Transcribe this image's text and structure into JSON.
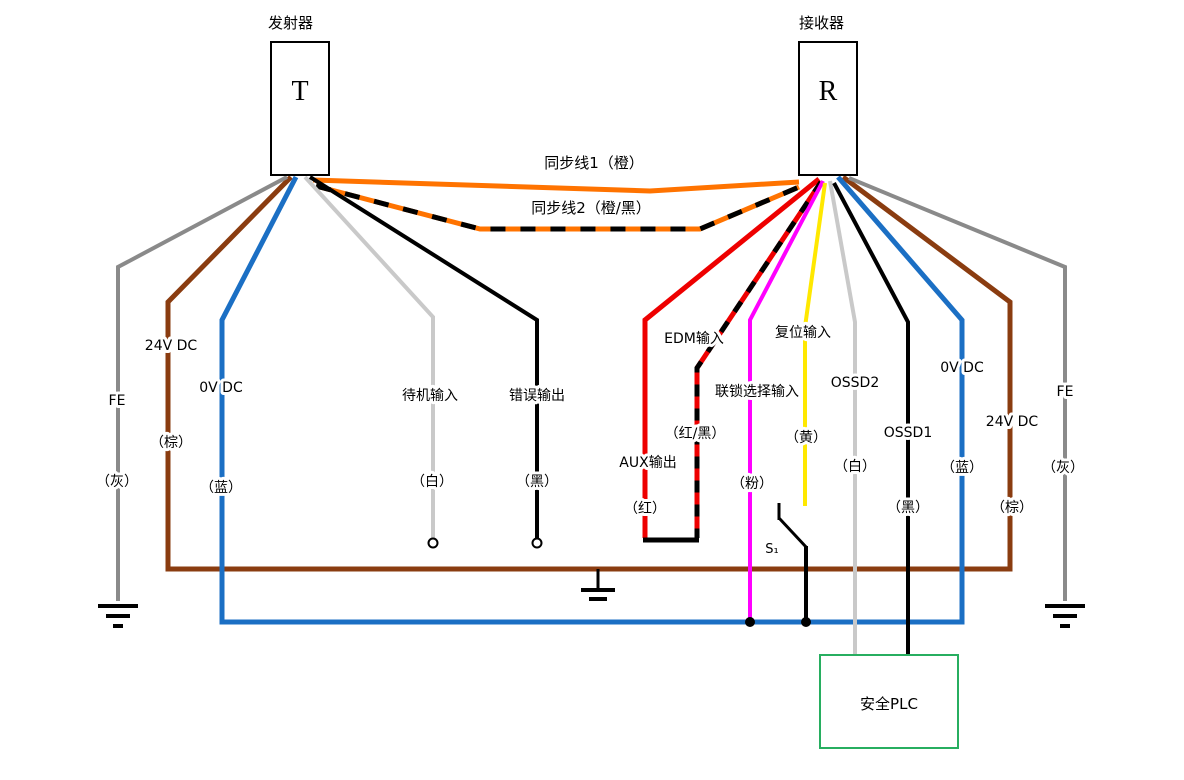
{
  "transmitter": {
    "title": "发射器",
    "letter": "T"
  },
  "receiver": {
    "title": "接收器",
    "letter": "R"
  },
  "sync": {
    "line1_label": "同步线1（橙）",
    "line2_label": "同步线2（橙/黑）"
  },
  "transmitter_wires": {
    "fe": {
      "name": "FE",
      "color": "（灰）"
    },
    "power_24v": {
      "name": "24V DC",
      "color": "（棕）"
    },
    "power_0v": {
      "name": "0V DC",
      "color": "（蓝）"
    },
    "standby_input": {
      "name": "待机输入",
      "color": "（白）"
    },
    "error_output": {
      "name": "错误输出",
      "color": "（黑）"
    }
  },
  "receiver_wires": {
    "aux_output": {
      "name": "AUX输出",
      "color": "（红）"
    },
    "edm_input": {
      "name": "EDM输入",
      "color": "（红/黑）"
    },
    "interlock_select_input": {
      "name": "联锁选择输入",
      "color": "（粉）"
    },
    "reset_input": {
      "name": "复位输入",
      "color": "（黄）"
    },
    "ossd2": {
      "name": "OSSD2",
      "color": "（白）"
    },
    "ossd1": {
      "name": "OSSD1",
      "color": "（黑）"
    },
    "power_0v": {
      "name": "0V DC",
      "color": "（蓝）"
    },
    "power_24v": {
      "name": "24V DC",
      "color": "（棕）"
    },
    "fe": {
      "name": "FE",
      "color": "（灰）"
    }
  },
  "components": {
    "reset_switch": "S₁",
    "safety_plc": "安全PLC"
  },
  "colors": {
    "orange": "#ff7300",
    "brown": "#8a3c10",
    "blue": "#1b6fc4",
    "gray": "#8a8a8a",
    "white_wire": "#c9c9c9",
    "black": "#000000",
    "red": "#ee0000",
    "pink": "#ff00ff",
    "yellow": "#ffe800",
    "plc_green": "#27ae60"
  }
}
